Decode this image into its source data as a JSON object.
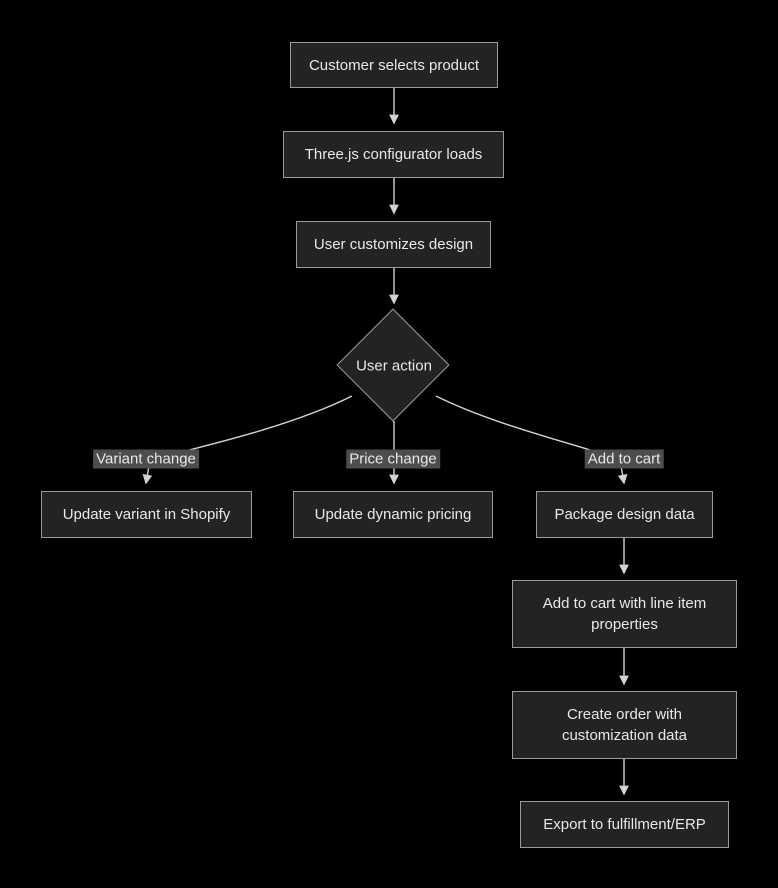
{
  "diagram": {
    "type": "flowchart",
    "direction": "top-down",
    "nodes": [
      {
        "id": "A",
        "shape": "rect",
        "label": "Customer selects product"
      },
      {
        "id": "B",
        "shape": "rect",
        "label": "Three.js configurator loads"
      },
      {
        "id": "C",
        "shape": "rect",
        "label": "User customizes design"
      },
      {
        "id": "D",
        "shape": "diamond",
        "label": "User action"
      },
      {
        "id": "E",
        "shape": "rect",
        "label": "Update variant in Shopify"
      },
      {
        "id": "F",
        "shape": "rect",
        "label": "Update dynamic pricing"
      },
      {
        "id": "G",
        "shape": "rect",
        "label": "Package design data"
      },
      {
        "id": "H",
        "shape": "rect",
        "label": "Add to cart with line item properties"
      },
      {
        "id": "I",
        "shape": "rect",
        "label": "Create order with customization data"
      },
      {
        "id": "J",
        "shape": "rect",
        "label": "Export to fulfillment/ERP"
      }
    ],
    "edges": [
      {
        "from": "A",
        "to": "B",
        "label": ""
      },
      {
        "from": "B",
        "to": "C",
        "label": ""
      },
      {
        "from": "C",
        "to": "D",
        "label": ""
      },
      {
        "from": "D",
        "to": "E",
        "label": "Variant change"
      },
      {
        "from": "D",
        "to": "F",
        "label": "Price change"
      },
      {
        "from": "D",
        "to": "G",
        "label": "Add to cart"
      },
      {
        "from": "G",
        "to": "H",
        "label": ""
      },
      {
        "from": "H",
        "to": "I",
        "label": ""
      },
      {
        "from": "I",
        "to": "J",
        "label": ""
      }
    ],
    "colors": {
      "background": "#000000",
      "node_fill": "#232323",
      "node_border": "#9a9a9a",
      "text": "#e8e8e8",
      "edge_line": "#d3d3d3",
      "edge_label_bg": "#4d4d4d"
    }
  }
}
